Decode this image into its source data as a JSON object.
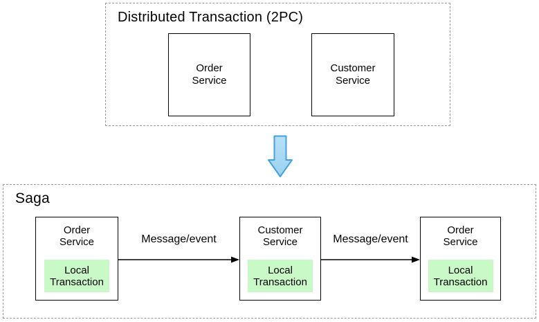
{
  "colors": {
    "dashed_border": "#999999",
    "box_border": "#000000",
    "local_transaction_fill": "#c8f9c6",
    "down_arrow_fill_top": "#b7e0f7",
    "down_arrow_fill_bottom": "#9bd1f0",
    "down_arrow_stroke": "#43a2de",
    "flow_arrow_color": "#000000"
  },
  "top_section": {
    "title": "Distributed Transaction (2PC)",
    "boxes": [
      {
        "label": "Order Service"
      },
      {
        "label": "Customer Service"
      }
    ]
  },
  "transform_arrow": {
    "name": "down-arrow"
  },
  "saga_section": {
    "title": "Saga",
    "nodes": [
      {
        "service": "Order Service",
        "local_transaction": "Local Transaction"
      },
      {
        "service": "Customer Service",
        "local_transaction": "Local Transaction"
      },
      {
        "service": "Order Service",
        "local_transaction": "Local Transaction"
      }
    ],
    "arrows": [
      {
        "label": "Message/event"
      },
      {
        "label": "Message/event"
      }
    ]
  }
}
